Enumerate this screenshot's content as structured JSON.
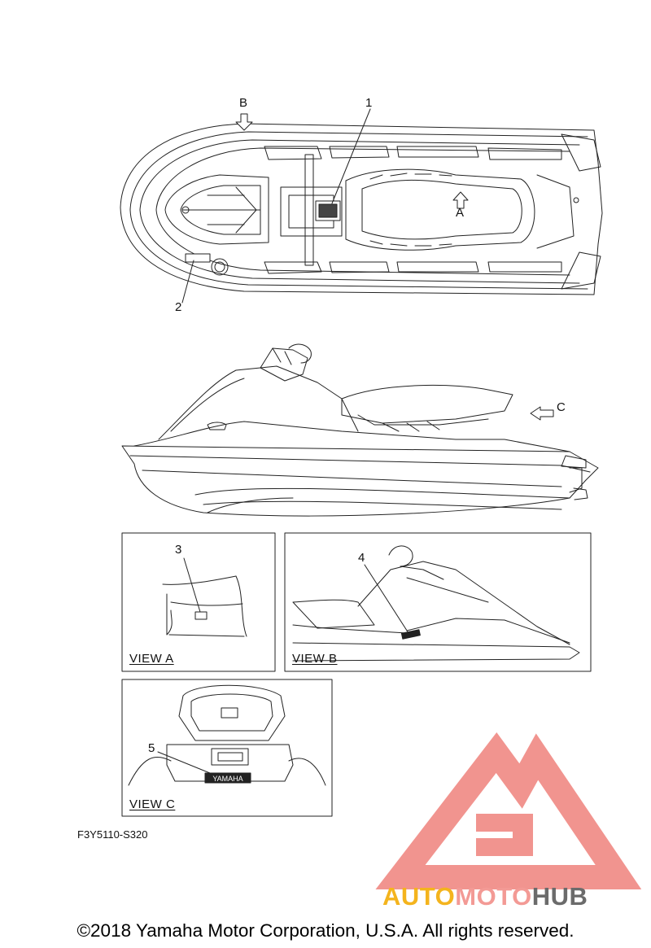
{
  "diagram": {
    "part_code": "F3Y5110-S320",
    "callouts": {
      "c1": "1",
      "c2": "2",
      "c3": "3",
      "c4": "4",
      "c5": "5",
      "arrow_a": "A",
      "arrow_b": "B",
      "arrow_c": "C"
    },
    "views": {
      "view_a": "VIEW A",
      "view_b": "VIEW B",
      "view_c": "VIEW C"
    },
    "label_5_text": "YAMAHA"
  },
  "watermark": {
    "part1": "AUTO",
    "part2": "MOTO",
    "part3": "HUB",
    "colors": {
      "auto": "#f4b41d",
      "moto": "#f39a95",
      "hub": "#6b6b6b",
      "mark": "#f08b86"
    }
  },
  "footer": {
    "copyright": "©2018 Yamaha Motor Corporation, U.S.A. All rights reserved."
  }
}
